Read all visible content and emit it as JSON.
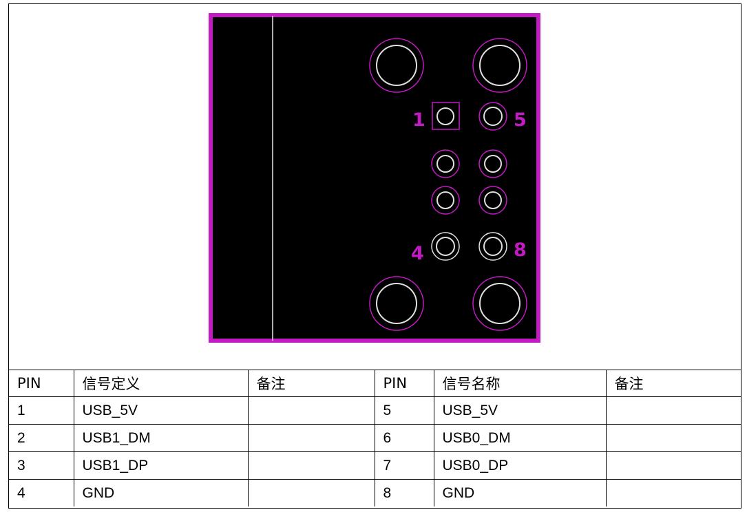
{
  "figure": {
    "pin_labels": {
      "p1": "1",
      "p5": "5",
      "p4": "4",
      "p8": "8"
    },
    "colors": {
      "board": "#000000",
      "outline": "#c41ac4",
      "pad": "#d8d8d8",
      "accent": "#c41ac4"
    }
  },
  "table": {
    "headers": [
      "PIN",
      "信号定义",
      "备注",
      "PIN",
      "信号名称",
      "备注"
    ],
    "rows": [
      [
        "1",
        "USB_5V",
        "",
        "5",
        "USB_5V",
        ""
      ],
      [
        "2",
        "USB1_DM",
        "",
        "6",
        "USB0_DM",
        ""
      ],
      [
        "3",
        "USB1_DP",
        "",
        "7",
        "USB0_DP",
        ""
      ],
      [
        "4",
        "GND",
        "",
        "8",
        "GND",
        ""
      ]
    ]
  }
}
